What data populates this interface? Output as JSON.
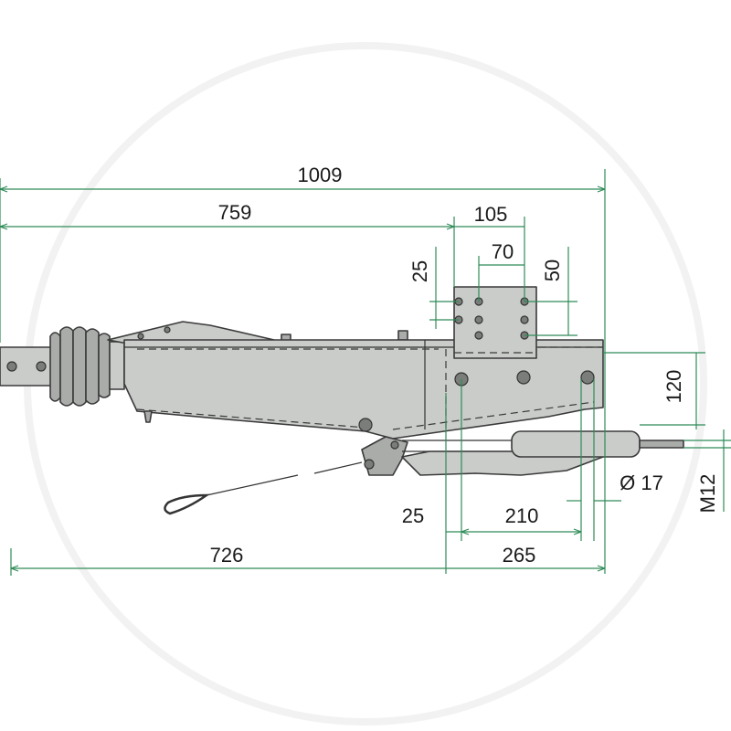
{
  "diagram": {
    "dimensions": {
      "overall_length": "1009",
      "coupling_to_plate": "759",
      "plate_width": "105",
      "hole_spacing_h": "70",
      "hole_spacing_v_small": "25",
      "hole_spacing_v": "50",
      "height": "120",
      "offset_small": "25",
      "rod_length": "210",
      "hole_diameter": "Ø 17",
      "thread": "M12",
      "front_section": "726",
      "rear_section": "265"
    },
    "colors": {
      "dimension_line": "#2e8b57",
      "body_fill": "#c9ccc9",
      "outline": "#3a3a3a"
    }
  }
}
